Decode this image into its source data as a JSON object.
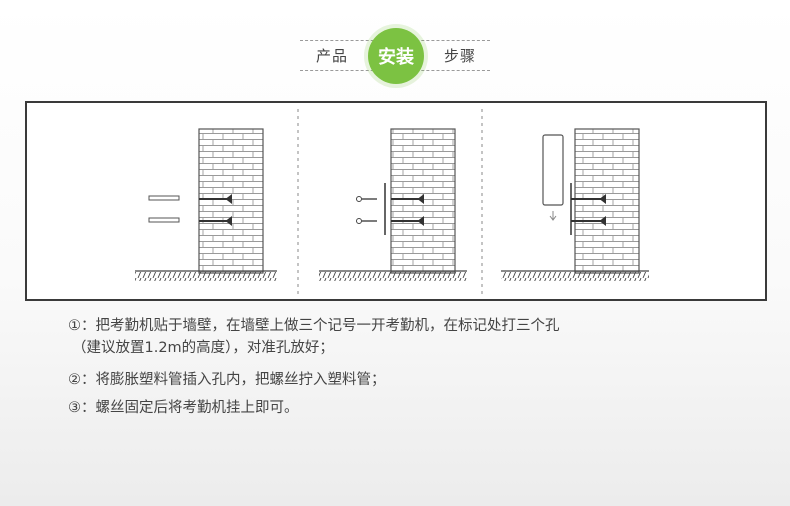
{
  "header": {
    "left_word": "产品",
    "center_badge": "安装",
    "right_word": "步骤",
    "accent_color": "#7cc242"
  },
  "illustration": {
    "panels": [
      {
        "step": 1,
        "elements": [
          "brick-wall",
          "two-drilled-holes",
          "two-plastic-anchors",
          "ground-hatching"
        ]
      },
      {
        "step": 2,
        "elements": [
          "brick-wall",
          "two-anchors-inserted",
          "two-screws",
          "ground-hatching"
        ]
      },
      {
        "step": 3,
        "elements": [
          "brick-wall",
          "mounted-bracket",
          "attendance-machine",
          "down-arrow",
          "ground-hatching"
        ]
      }
    ]
  },
  "steps": {
    "step1_line1": "①：把考勤机贴于墙壁，在墙壁上做三个记号一开考勤机，在标记处打三个孔",
    "step1_line2": "（建议放置1.2m的高度），对准孔放好；",
    "step2": "②：将膨胀塑料管插入孔内，把螺丝拧入塑料管；",
    "step3": "③：螺丝固定后将考勤机挂上即可。"
  }
}
